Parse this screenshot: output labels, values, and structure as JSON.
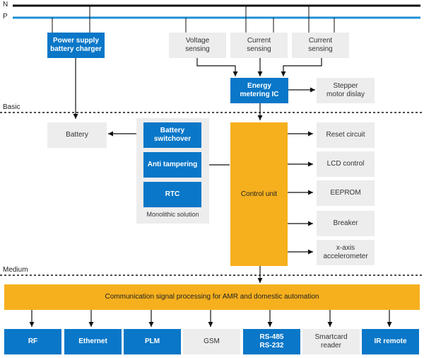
{
  "lines": {
    "n": "N",
    "p": "P"
  },
  "sections": {
    "basic": "Basic",
    "medium": "Medium"
  },
  "blocks": {
    "power_supply": "Power supply\nbattery charger",
    "voltage_sensing": "Voltage\nsensing",
    "current_sensing_1": "Current\nsensing",
    "current_sensing_2": "Current\nsensing",
    "energy_ic": "Energy\nmetering IC",
    "stepper": "Stepper\nmotor dislay",
    "battery": "Battery",
    "battery_switchover": "Battery\nswitchover",
    "anti_tampering": "Anti tampering",
    "rtc": "RTC",
    "monolithic": "Monolithic solution",
    "control_unit": "Control unit",
    "reset": "Reset circuit",
    "lcd": "LCD control",
    "eeprom": "EEPROM",
    "breaker": "Breaker",
    "accelerometer": "x-axis\naccelerometer",
    "comm": "Communication signal processing for AMR and domestic automation"
  },
  "interfaces": [
    {
      "label": "RF",
      "style": "blue"
    },
    {
      "label": "Ethernet",
      "style": "blue"
    },
    {
      "label": "PLM",
      "style": "blue"
    },
    {
      "label": "GSM",
      "style": "gray"
    },
    {
      "label": "RS-485\nRS-232",
      "style": "blue"
    },
    {
      "label": "Smartcard\nreader",
      "style": "gray"
    },
    {
      "label": "IR remote",
      "style": "blue"
    }
  ],
  "colors": {
    "blue": "#0a77c8",
    "gray": "#ededed",
    "yellow": "#f6b01e",
    "line_p": "#1e8fd6"
  }
}
